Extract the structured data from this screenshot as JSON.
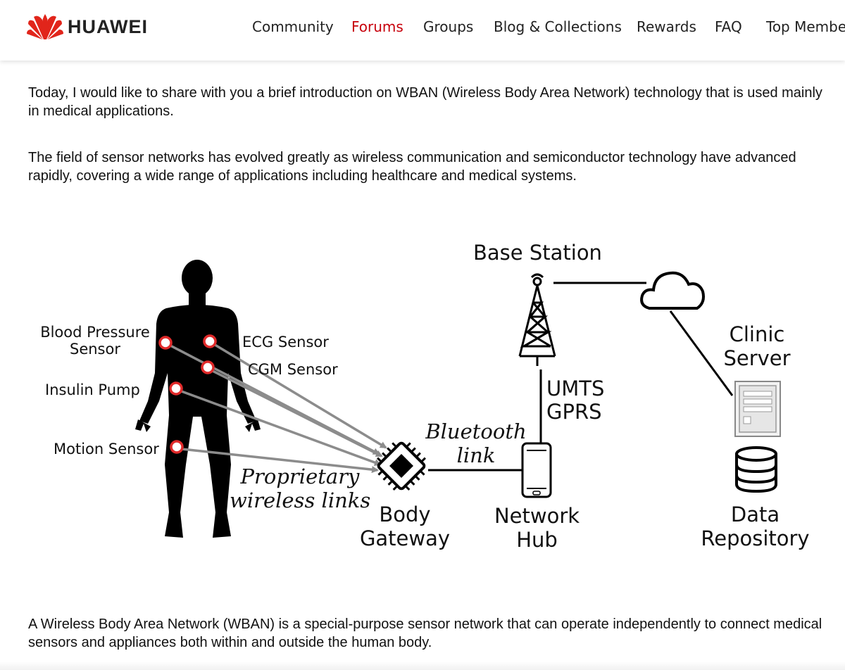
{
  "header": {
    "brand": "HUAWEI",
    "nav": [
      {
        "label": "Community",
        "active": false
      },
      {
        "label": "Forums",
        "active": true
      },
      {
        "label": "Groups",
        "active": false
      },
      {
        "label": "Blog & Collections",
        "active": false
      },
      {
        "label": "Rewards",
        "active": false
      },
      {
        "label": "FAQ",
        "active": false
      },
      {
        "label": "Top Member",
        "active": false
      }
    ],
    "accent_color": "#c7000b"
  },
  "article": {
    "paragraphs": [
      "Today, I would like to share with you a brief introduction on WBAN (Wireless Body Area Network) technology that is used mainly in medical applications.",
      "The field of sensor networks has evolved greatly as wireless communication and semiconductor technology have advanced rapidly, covering a wide range of applications including healthcare and medical systems.",
      "A Wireless Body Area Network (WBAN) is a special-purpose sensor network that can operate independently to connect medical sensors and appliances both within and outside the human body."
    ]
  },
  "diagram": {
    "labels": {
      "base_station": "Base Station",
      "blood_pressure_1": "Blood Pressure",
      "blood_pressure_2": "Sensor",
      "ecg": "ECG Sensor",
      "cgm": "CGM Sensor",
      "insulin": "Insulin Pump",
      "motion": "Motion Sensor",
      "proprietary_1": "Proprietary",
      "proprietary_2": "wireless links",
      "bluetooth_1": "Bluetooth",
      "bluetooth_2": "link",
      "umts": "UMTS",
      "gprs": "GPRS",
      "clinic_1": "Clinic",
      "clinic_2": "Server",
      "body_1": "Body",
      "body_2": "Gateway",
      "network_1": "Network",
      "network_2": "Hub",
      "data_1": "Data",
      "data_2": "Repository"
    },
    "sensor_color": "#e02a2a"
  }
}
